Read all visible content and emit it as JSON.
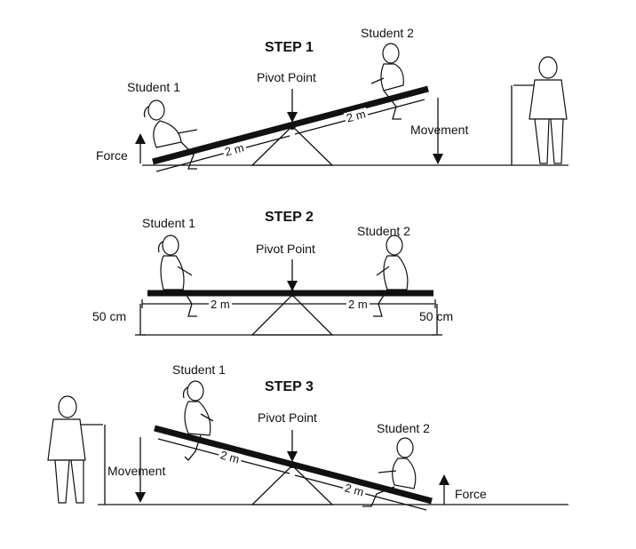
{
  "steps": [
    {
      "title": "STEP 1",
      "student1": "Student 1",
      "student2": "Student 2",
      "pivot": "Pivot Point",
      "force": "Force",
      "movement": "Movement",
      "left_distance": "2 m",
      "right_distance": "2 m"
    },
    {
      "title": "STEP 2",
      "student1": "Student 1",
      "student2": "Student 2",
      "pivot": "Pivot Point",
      "left_distance": "2 m",
      "right_distance": "2 m",
      "left_height": "50 cm",
      "right_height": "50 cm"
    },
    {
      "title": "STEP 3",
      "student1": "Student 1",
      "student2": "Student 2",
      "pivot": "Pivot Point",
      "force": "Force",
      "movement": "Movement",
      "left_distance": "2 m",
      "right_distance": "2 m"
    }
  ]
}
